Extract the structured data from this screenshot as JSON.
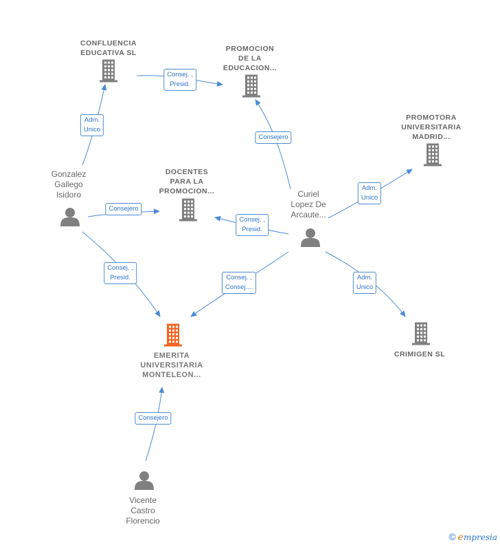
{
  "colors": {
    "edge": "#4a8ad4",
    "node": "#808080",
    "focus": "#f26522"
  },
  "nodes": [
    {
      "id": "confluencia",
      "type": "company",
      "lines": [
        "CONFLUENCIA",
        "EDUCATIVA SL"
      ]
    },
    {
      "id": "promocion_educacion",
      "type": "company",
      "lines": [
        "PROMOCION",
        "DE LA",
        "EDUCACION..."
      ]
    },
    {
      "id": "promotora",
      "type": "company",
      "lines": [
        "PROMOTORA",
        "UNIVERSITARIA",
        "MADRID..."
      ]
    },
    {
      "id": "docentes",
      "type": "company",
      "lines": [
        "DOCENTES",
        "PARA LA",
        "PROMOCION..."
      ]
    },
    {
      "id": "emerita",
      "type": "focus",
      "lines": [
        "EMERITA",
        "UNIVERSITARIA",
        "MONTELEON..."
      ]
    },
    {
      "id": "crimigen",
      "type": "company",
      "lines": [
        "CRIMIGEN SL"
      ]
    },
    {
      "id": "gonzalez",
      "type": "person",
      "lines": [
        "Gonzalez",
        "Gallego",
        "Isidoro"
      ]
    },
    {
      "id": "curiel",
      "type": "person",
      "lines": [
        "Curiel",
        "Lopez De",
        "Arcaute..."
      ]
    },
    {
      "id": "vicente",
      "type": "person",
      "lines": [
        "Vicente",
        "Castro",
        "Florencio"
      ]
    }
  ],
  "edges": [
    {
      "id": "conf-prom",
      "lines": [
        "Consej. ,",
        "Presid."
      ]
    },
    {
      "id": "gonz-conf",
      "lines": [
        "Adm.",
        "Unico"
      ]
    },
    {
      "id": "curiel-prom",
      "lines": [
        "Consejero"
      ]
    },
    {
      "id": "curiel-promotora",
      "lines": [
        "Adm.",
        "Unico"
      ]
    },
    {
      "id": "gonz-docentes",
      "lines": [
        "Consejero"
      ]
    },
    {
      "id": "curiel-docentes",
      "lines": [
        "Consej. ,",
        "Presid."
      ]
    },
    {
      "id": "gonz-emerita",
      "lines": [
        "Consej. ,",
        "Presid."
      ]
    },
    {
      "id": "curiel-emerita",
      "lines": [
        "Consej. ,",
        "Consej...."
      ]
    },
    {
      "id": "curiel-crimigen",
      "lines": [
        "Adm.",
        "Unico"
      ]
    },
    {
      "id": "vicente-emerita",
      "lines": [
        "Consejero"
      ]
    }
  ],
  "watermark": {
    "symbol": "©",
    "brand_initial": "e",
    "brand_rest": "mpresia"
  }
}
